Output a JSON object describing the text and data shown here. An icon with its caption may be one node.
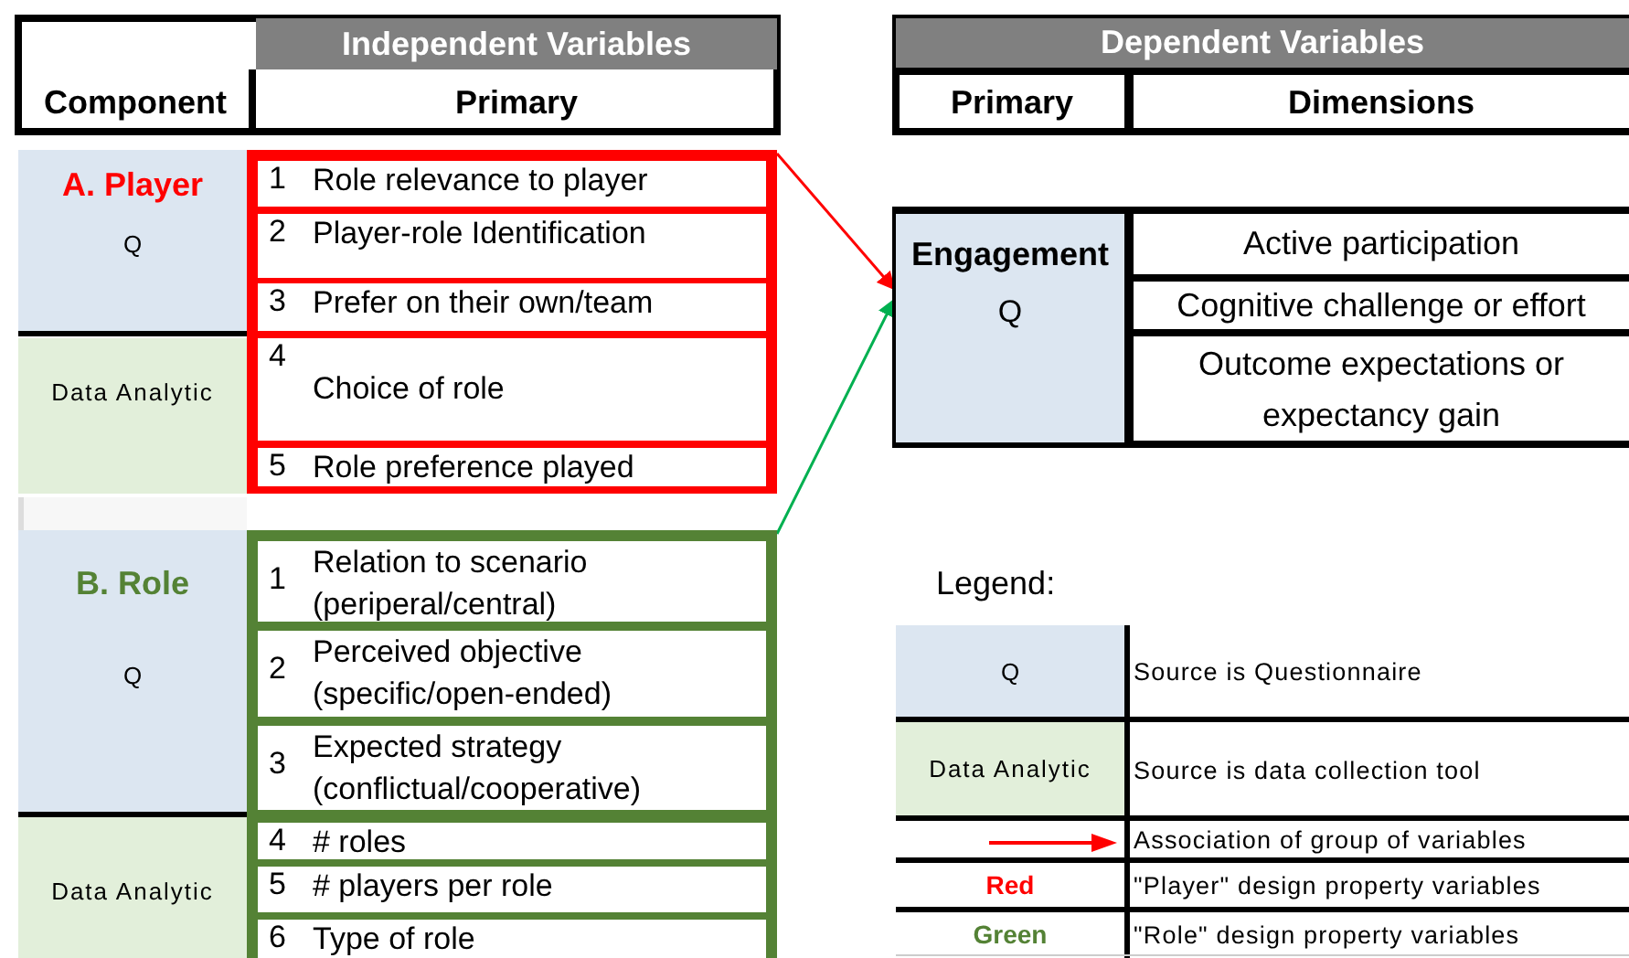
{
  "diagram": {
    "nodes": [
      {
        "text": [],
        "shape": "box"
      },
      {
        "text": [
          "1",
          "Role relevance to player"
        ],
        "in": 0
      },
      {
        "text": [
          "2",
          "Player-role Identification"
        ],
        "in": 0
      },
      {
        "text": [
          "3",
          "Prefer on their own/team"
        ],
        "in": 0
      },
      {
        "text": [
          "4",
          "Choice of role"
        ],
        "in": 0
      },
      {
        "text": [
          "5",
          "Role preference played"
        ],
        "in": 0
      },
      {
        "text": [],
        "shape": "box"
      },
      {
        "text": [
          "1",
          "Relation to scenario (periperal/central)"
        ],
        "in": 6
      },
      {
        "text": [
          "2",
          "Perceived objective (specific/open-ended)"
        ],
        "in": 6
      },
      {
        "text": [
          "3",
          "Expected strategy (conflictual/cooperative)"
        ],
        "in": 6
      },
      {
        "text": [
          "4",
          "# roles"
        ],
        "in": 6
      },
      {
        "text": [
          "5",
          "# players per role"
        ],
        "in": 6
      },
      {
        "text": [
          "6",
          "Type of role"
        ],
        "in": 6
      },
      {
        "text": [
          "Engagement",
          "Q"
        ]
      }
    ],
    "edges": [
      {
        "from": 0,
        "to": 13,
        "arrow": "to",
        "color": "#ff0000"
      },
      {
        "from": 6,
        "to": 13,
        "arrow": "to",
        "color": "#00b050"
      }
    ],
    "labels": [
      "Independent Variables",
      "Dependent Variables",
      "Component",
      "Primary",
      "Primary",
      "Dimensions",
      "A. Player",
      "Q",
      "Active participation",
      "Cognitive challenge or effort",
      "Outcome expectations or expectancy gain",
      "Data Analytic",
      "B. Role",
      "Q",
      "Legend:",
      "Q",
      "Data Analytic",
      "Data Analytic",
      "Red",
      "Green"
    ],
    "legend": [
      {
        "text": "Source is Questionnaire",
        "color": "#dce6f1"
      },
      {
        "text": "Source is data collection tool",
        "color": "#e2efda"
      },
      {
        "text": "Association of group of variables"
      },
      {
        "text": "\"Player\" design property variables",
        "color": "#ff0000"
      },
      {
        "text": "\"Role\" design property variables",
        "color": "#548235"
      }
    ]
  }
}
